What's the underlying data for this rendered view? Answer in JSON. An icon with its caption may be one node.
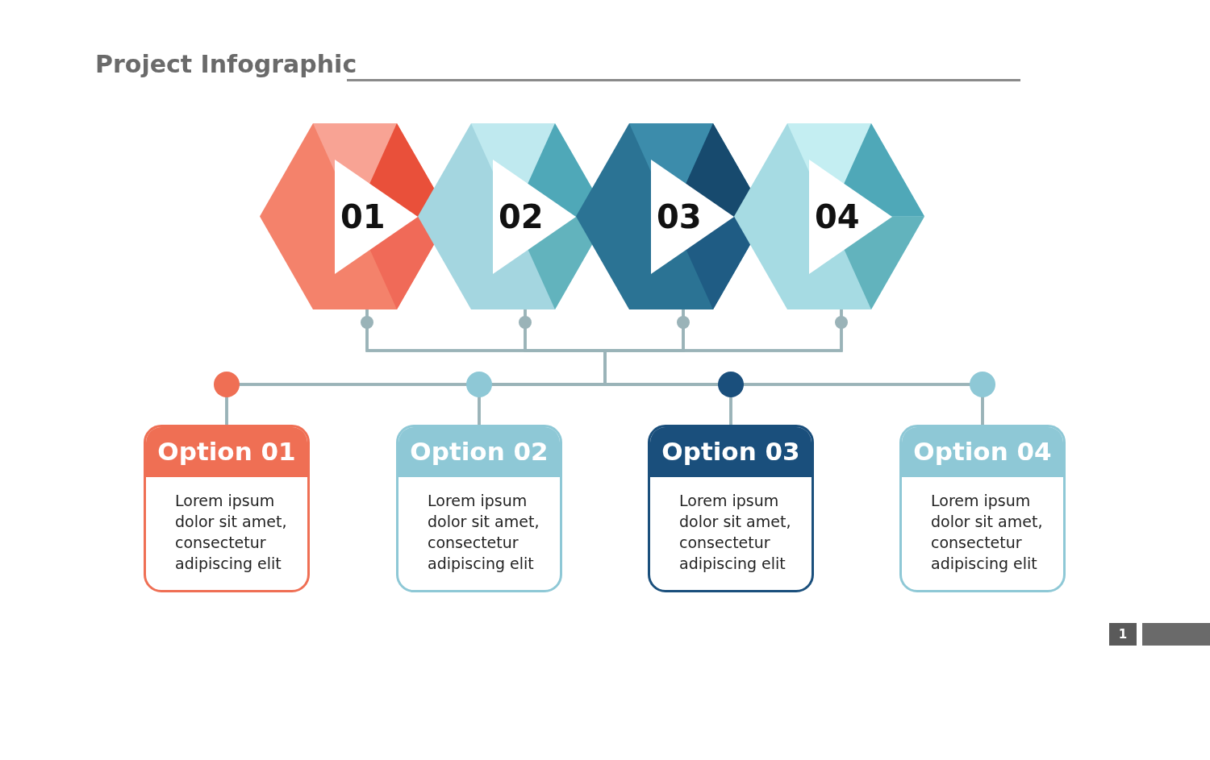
{
  "diagram": {
    "title": "Project Infographic",
    "nodes": [
      {
        "text": [
          "01"
        ]
      },
      {
        "text": [
          "02"
        ]
      },
      {
        "text": [
          "03"
        ]
      },
      {
        "text": [
          "04"
        ]
      },
      {
        "text": [
          "Option 01",
          "Lorem ipsum dolor sit amet, consectetur adipiscing elit"
        ]
      },
      {
        "text": [
          "Option 02",
          "Lorem ipsum dolor sit amet, consectetur adipiscing elit"
        ]
      },
      {
        "text": [
          "Option 03",
          "Lorem ipsum dolor sit amet, consectetur adipiscing elit"
        ]
      },
      {
        "text": [
          "Option 04",
          "Lorem ipsum dolor sit amet, consectetur adipiscing elit"
        ]
      }
    ],
    "edges": [
      {
        "from": 0,
        "to": 4,
        "arrow": "none"
      },
      {
        "from": 0,
        "to": 5,
        "arrow": "none"
      },
      {
        "from": 0,
        "to": 6,
        "arrow": "none"
      },
      {
        "from": 0,
        "to": 7,
        "arrow": "none"
      },
      {
        "from": 1,
        "to": 4,
        "arrow": "none"
      },
      {
        "from": 1,
        "to": 5,
        "arrow": "none"
      },
      {
        "from": 1,
        "to": 6,
        "arrow": "none"
      },
      {
        "from": 1,
        "to": 7,
        "arrow": "none"
      },
      {
        "from": 2,
        "to": 4,
        "arrow": "none"
      },
      {
        "from": 2,
        "to": 5,
        "arrow": "none"
      },
      {
        "from": 2,
        "to": 6,
        "arrow": "none"
      },
      {
        "from": 2,
        "to": 7,
        "arrow": "none"
      },
      {
        "from": 3,
        "to": 4,
        "arrow": "none"
      },
      {
        "from": 3,
        "to": 5,
        "arrow": "none"
      },
      {
        "from": 3,
        "to": 6,
        "arrow": "none"
      },
      {
        "from": 3,
        "to": 7,
        "arrow": "none"
      }
    ],
    "labels": [
      "1"
    ]
  }
}
